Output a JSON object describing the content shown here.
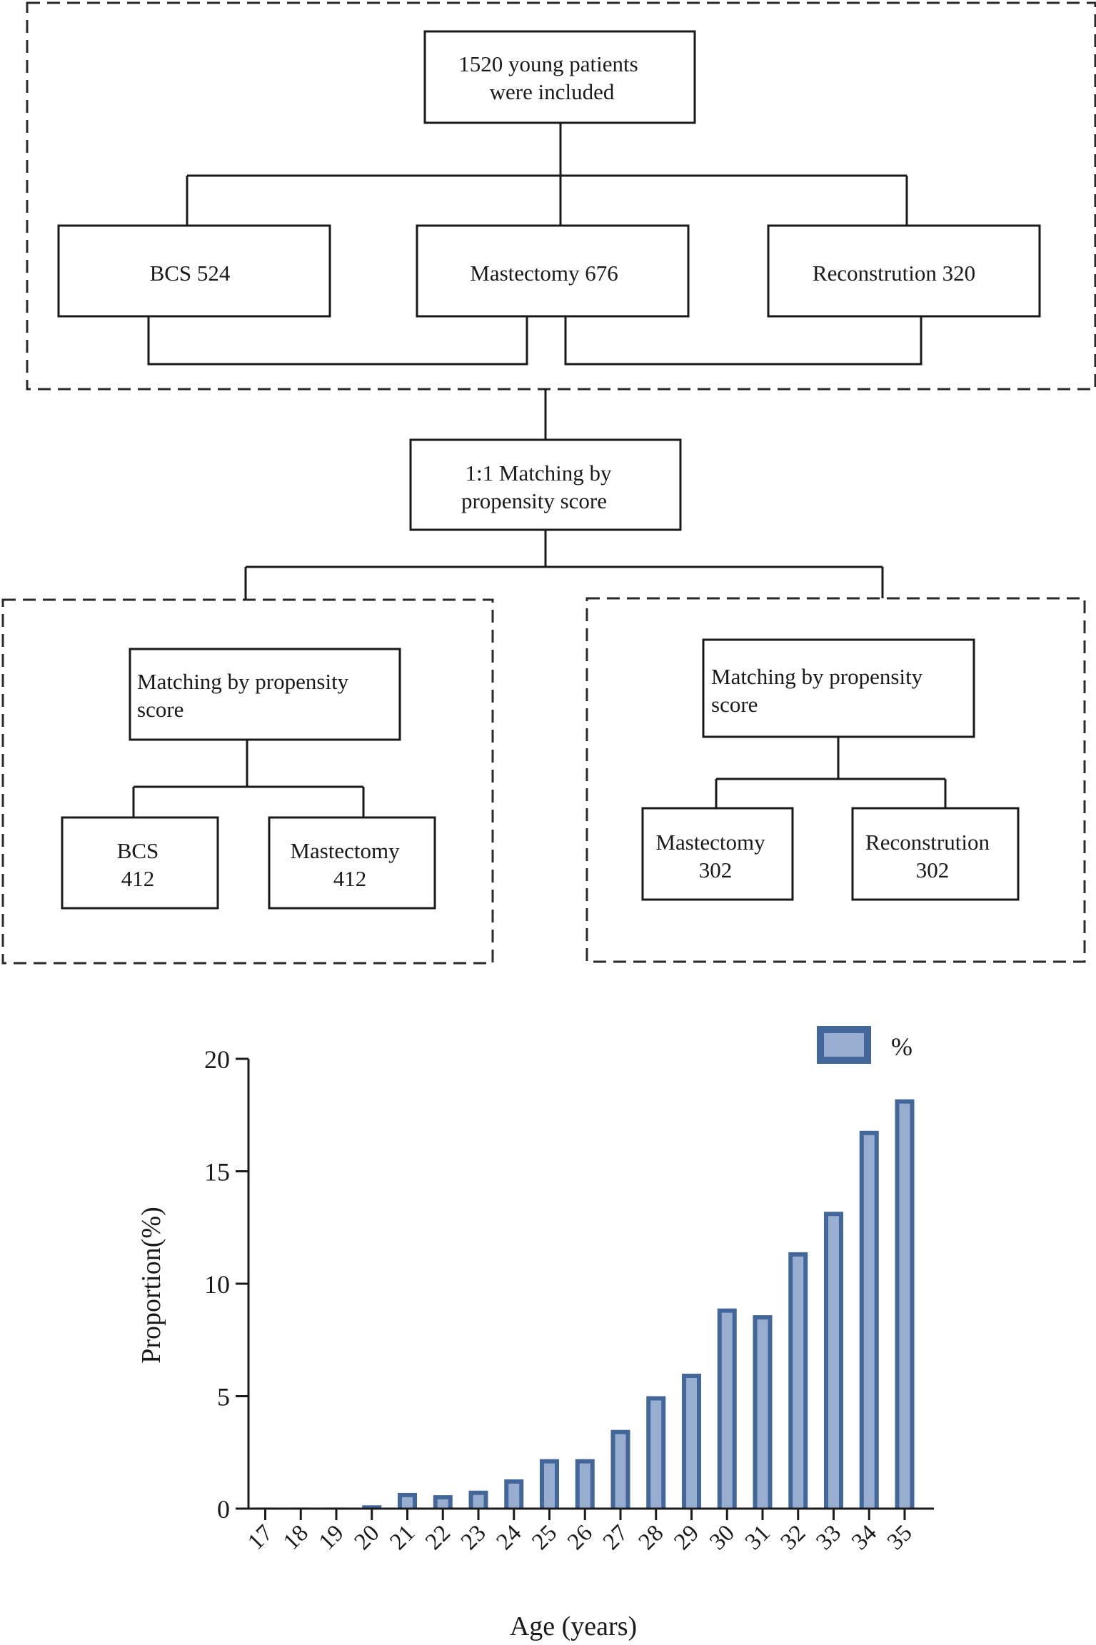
{
  "flowchart": {
    "top_box": [
      "1520 young patients",
      "were included"
    ],
    "groups": {
      "bcs": "BCS 524",
      "mastectomy": "Mastectomy 676",
      "reconstruction": "Reconstrution 320"
    },
    "matching_box": [
      "1:1 Matching by",
      "propensity score"
    ],
    "left_panel": {
      "header": [
        "Matching by propensity",
        "score"
      ],
      "box_a": [
        "BCS",
        "412"
      ],
      "box_b": [
        "Mastectomy",
        "412"
      ]
    },
    "right_panel": {
      "header": [
        "Matching by propensity",
        "score"
      ],
      "box_a": [
        "Mastectomy",
        "302"
      ],
      "box_b": [
        "Reconstrution",
        "302"
      ]
    }
  },
  "chart_data": {
    "type": "bar",
    "categories": [
      "17",
      "18",
      "19",
      "20",
      "21",
      "22",
      "23",
      "24",
      "25",
      "26",
      "27",
      "28",
      "29",
      "30",
      "31",
      "32",
      "33",
      "34",
      "35"
    ],
    "series": [
      {
        "name": "%",
        "values": [
          0.05,
          0.05,
          0.05,
          0.15,
          0.7,
          0.6,
          0.8,
          1.3,
          2.2,
          2.2,
          3.5,
          5.0,
          6.0,
          8.9,
          8.6,
          11.4,
          13.2,
          16.8,
          18.2
        ]
      }
    ],
    "xlabel": "Age (years)",
    "ylabel": "Proportion(%)",
    "ylim": [
      0,
      20
    ],
    "yticks": [
      0,
      5,
      10,
      15,
      20
    ],
    "legend": {
      "position": "top-right",
      "label": "%"
    },
    "colors": {
      "bar_edge": "#43679a",
      "bar_fill": "#98aed0"
    }
  }
}
